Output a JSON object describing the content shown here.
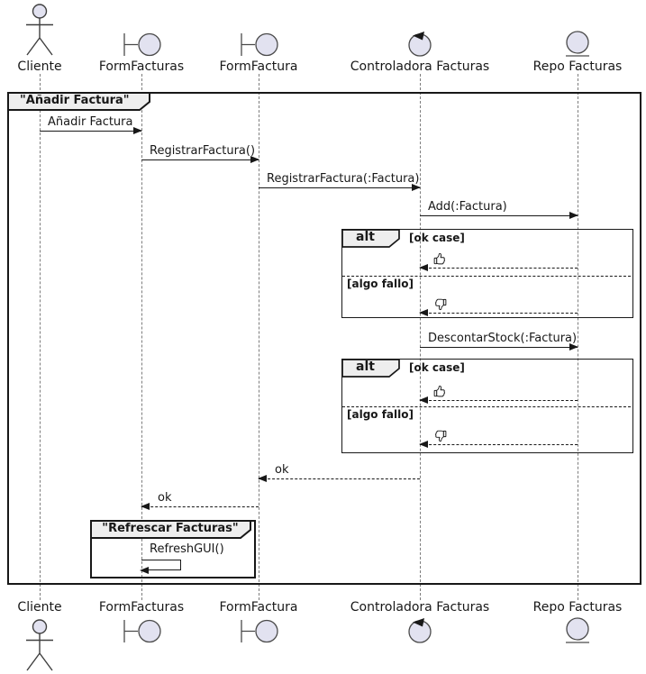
{
  "colors": {
    "line": "#181818",
    "participant_fill": "#E2E2F0",
    "frame_label_fill": "#EEEEEE",
    "lifeline": "#7D7D7D",
    "background": "#FFFFFF"
  },
  "participants": [
    {
      "name": "Cliente",
      "icon": "actor"
    },
    {
      "name": "FormFacturas",
      "icon": "boundary"
    },
    {
      "name": "FormFactura",
      "icon": "boundary"
    },
    {
      "name": "Controladora Facturas",
      "icon": "control"
    },
    {
      "name": "Repo Facturas",
      "icon": "entity"
    }
  ],
  "main_frame": {
    "title": "\"Añadir Factura\""
  },
  "messages": {
    "add_invoice": "Añadir Factura",
    "register_invoice": "RegistrarFactura()",
    "register_invoice_arg": "RegistrarFactura(:Factura)",
    "repo_add": "Add(:Factura)",
    "descontar_stock": "DescontarStock(:Factura)",
    "ok_reply_1": "ok",
    "ok_reply_2": "ok",
    "refresh_gui": "RefreshGUI()"
  },
  "alt_fragments": [
    {
      "operator": "alt",
      "guard_ok": "[ok case]",
      "guard_fail": "[algo fallo]",
      "ok_reply_icon": "thumbs-up",
      "fail_reply_icon": "thumbs-down"
    },
    {
      "operator": "alt",
      "guard_ok": "[ok case]",
      "guard_fail": "[algo fallo]",
      "ok_reply_icon": "thumbs-up",
      "fail_reply_icon": "thumbs-down"
    }
  ],
  "inner_frame": {
    "title": "\"Refrescar Facturas\""
  }
}
